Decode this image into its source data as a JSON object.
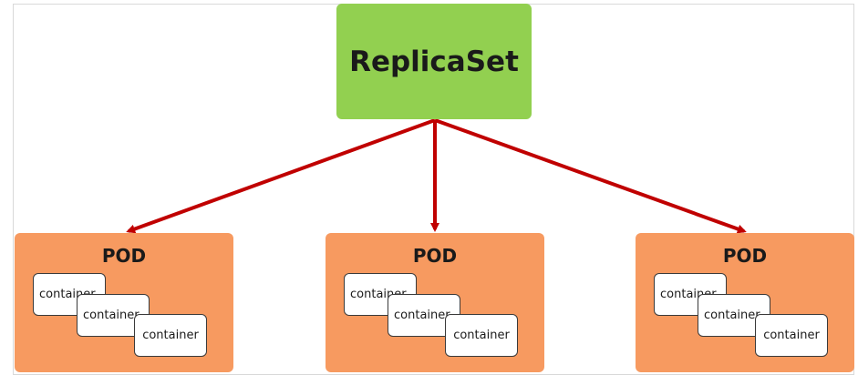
{
  "replicaset": {
    "label": "ReplicaSet"
  },
  "pods": [
    {
      "title": "POD",
      "containers": [
        "container",
        "container",
        "container"
      ]
    },
    {
      "title": "POD",
      "containers": [
        "container",
        "container",
        "container"
      ]
    },
    {
      "title": "POD",
      "containers": [
        "container",
        "container",
        "container"
      ]
    }
  ],
  "colors": {
    "replicaset_fill": "#92d050",
    "pod_fill": "#f79a60",
    "arrow": "#c00000",
    "container_fill": "#ffffff"
  }
}
